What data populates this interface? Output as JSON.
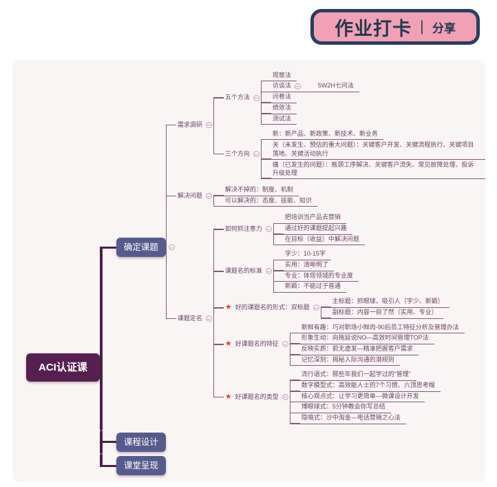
{
  "badge": {
    "title": "作业打卡",
    "separator": "|",
    "subtitle": "分享"
  },
  "icons": {
    "star": "★"
  },
  "colors": {
    "badge_bg": "#f0a1b6",
    "badge_border": "#2d3d5c",
    "badge_text": "#24384f",
    "card_bg": "#faf5f5",
    "root_node_bg": "#552050",
    "branch_node_bg": "#575b8c",
    "line": "#7d5a76",
    "trunk": "#4a2046",
    "text": "#6a4364",
    "star": "#dc3c3c"
  },
  "mindmap": {
    "root": {
      "label": "ACI认证课",
      "children": [
        {
          "label": "确定课题",
          "children": [
            {
              "label": "需求调研",
              "children": [
                {
                  "label": "五个方法",
                  "children": [
                    {
                      "label": "观察法"
                    },
                    {
                      "label": "访谈法",
                      "children": [
                        {
                          "label": "5W2H七问法"
                        }
                      ]
                    },
                    {
                      "label": "问卷法"
                    },
                    {
                      "label": "绩效法"
                    },
                    {
                      "label": "测试法"
                    }
                  ]
                },
                {
                  "label": "三个方向",
                  "children": [
                    {
                      "label": "新：新产品、新政策、新技术、新业务"
                    },
                    {
                      "label": "关（未发生、预估的重大问题）：关键客户开发、关键流程执行、关键项目落地、关键活动执行"
                    },
                    {
                      "label": "痛（已发生的问题）：瓶颈工序解决、关键客户流失、常见故障处理、投诉升级处理"
                    }
                  ]
                }
              ]
            },
            {
              "label": "解决问题",
              "children": [
                {
                  "label": "解决不掉的：制度、机制"
                },
                {
                  "label": "可以解决的：态度、技能、知识"
                }
              ]
            },
            {
              "label": "课题定名",
              "children": [
                {
                  "label": "如何抓注意力",
                  "children": [
                    {
                      "label": "把培训当产品去营销"
                    },
                    {
                      "label": "通过好的课题提起兴趣"
                    },
                    {
                      "label": "在目标（收益）中解决问题"
                    }
                  ]
                },
                {
                  "label": "课题名的标准",
                  "children": [
                    {
                      "label": "字少：10-15字"
                    },
                    {
                      "label": "实用：清晰明了"
                    },
                    {
                      "label": "专业：体现领域的专业度"
                    },
                    {
                      "label": "新颖：不能过于普通"
                    }
                  ]
                },
                {
                  "label": "好的课题名的形式：双标题",
                  "star": true,
                  "children": [
                    {
                      "label": "主标题：抓眼球，吸引人（字少、新颖）"
                    },
                    {
                      "label": "副标题：内容一目了然（实用、专业）"
                    }
                  ]
                },
                {
                  "label": "好课题名的特征",
                  "star": true,
                  "children": [
                    {
                      "label": "新鲜有趣：巧对职场小鲜肉-90后员工特征分析及管理办法"
                    },
                    {
                      "label": "形象生动：向拖延说NO—高效时间管理TOP法"
                    },
                    {
                      "label": "反映实质：箭无虚发—精准把握客户需求"
                    },
                    {
                      "label": "记忆深刻：揭秘人际沟通的潜规则"
                    }
                  ]
                },
                {
                  "label": "好课题名的类型",
                  "star": true,
                  "children": [
                    {
                      "label": "流行语式：那些年我们一起学过的“管理”"
                    },
                    {
                      "label": "数字模型式：高效能人士的7个习惯、六顶思考帽"
                    },
                    {
                      "label": "核心观点式：让学习更简单—微课设计开发"
                    },
                    {
                      "label": "博眼球式：5分钟教会你写总结"
                    },
                    {
                      "label": "隐喻式：沙中淘金—电话营销之心法"
                    }
                  ]
                }
              ]
            }
          ]
        },
        {
          "label": "课程设计"
        },
        {
          "label": "课堂呈现"
        }
      ]
    }
  }
}
